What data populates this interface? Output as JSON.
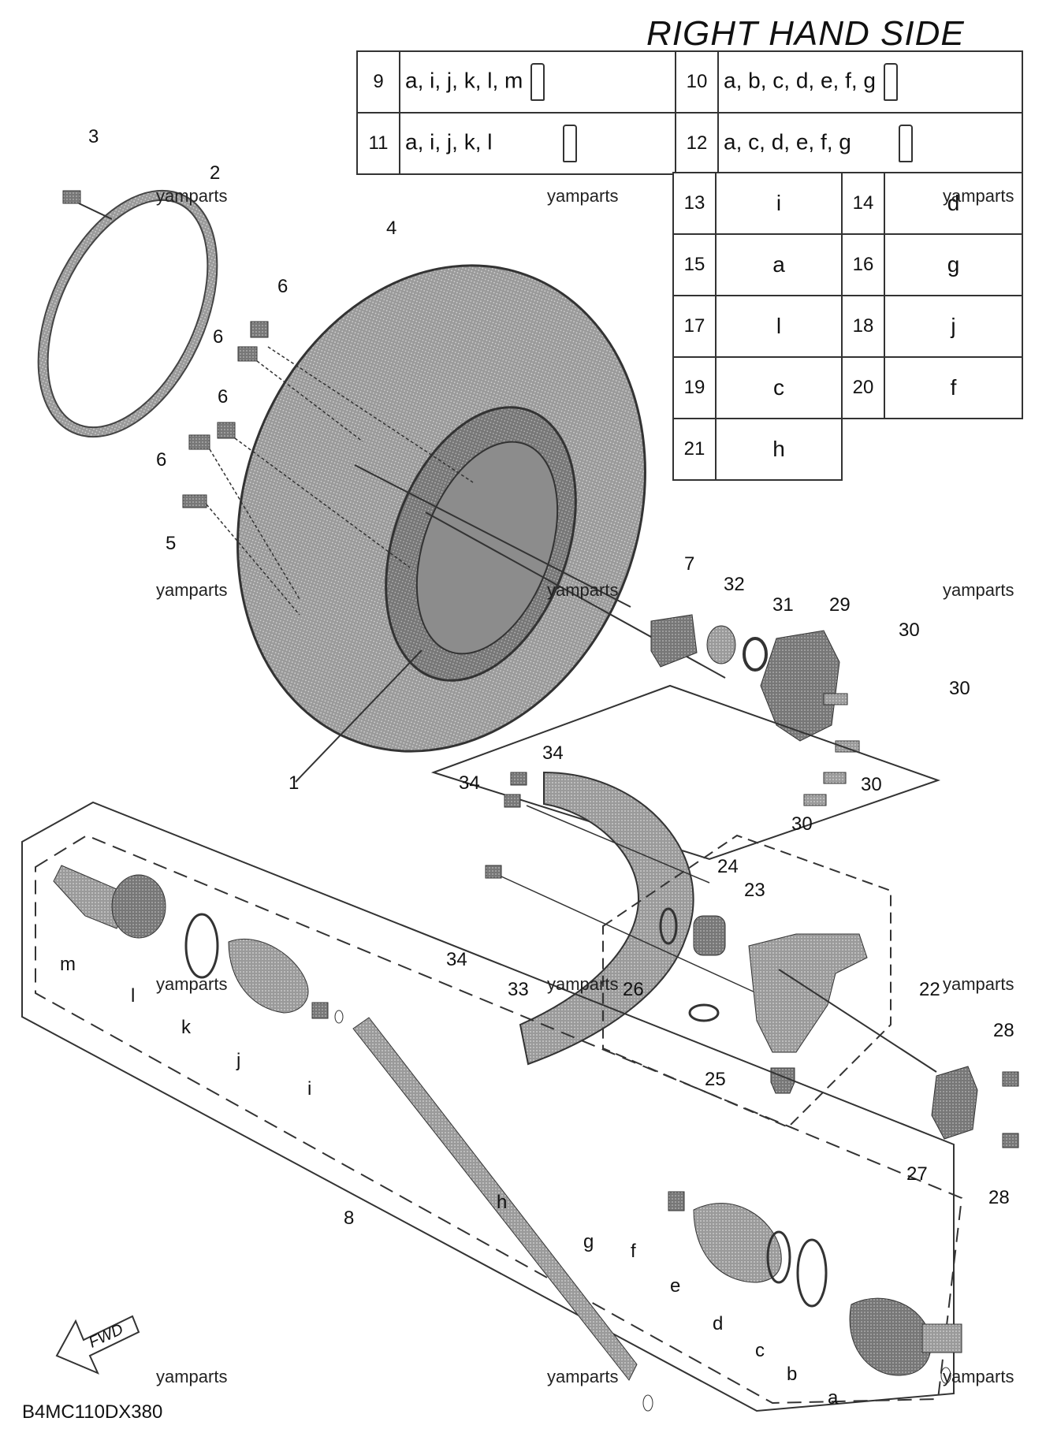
{
  "header": {
    "title": "RIGHT HAND SIDE"
  },
  "legend": {
    "top_rows": [
      {
        "a_num": "9",
        "a_letters": "a, i, j, k, l, m",
        "b_num": "10",
        "b_letters": "a, b, c, d, e, f, g"
      },
      {
        "a_num": "11",
        "a_letters": "a, i, j, k, l",
        "b_num": "12",
        "b_letters": "a, c, d, e, f, g"
      }
    ],
    "side_rows": [
      {
        "n1": "13",
        "v1": "i",
        "n2": "14",
        "v2": "d"
      },
      {
        "n1": "15",
        "v1": "a",
        "n2": "16",
        "v2": "g"
      },
      {
        "n1": "17",
        "v1": "l",
        "n2": "18",
        "v2": "j"
      },
      {
        "n1": "19",
        "v1": "c",
        "n2": "20",
        "v2": "f"
      },
      {
        "n1": "21",
        "v1": "h",
        "n2": "",
        "v2": ""
      }
    ]
  },
  "callouts": {
    "c1": "1",
    "c2": "2",
    "c3": "3",
    "c4": "4",
    "c5": "5",
    "c6a": "6",
    "c6b": "6",
    "c6c": "6",
    "c6d": "6",
    "c7": "7",
    "c8": "8",
    "c22": "22",
    "c23": "23",
    "c24": "24",
    "c25": "25",
    "c26": "26",
    "c27": "27",
    "c28a": "28",
    "c28b": "28",
    "c29": "29",
    "c30a": "30",
    "c30b": "30",
    "c30c": "30",
    "c30d": "30",
    "c31": "31",
    "c32": "32",
    "c33": "33",
    "c34a": "34",
    "c34b": "34",
    "c34c": "34",
    "la": "a",
    "lb": "b",
    "lc": "c",
    "ld": "d",
    "le": "e",
    "lf": "f",
    "lg": "g",
    "lh": "h",
    "li": "i",
    "lj": "j",
    "lk": "k",
    "ll": "l",
    "lm": "m"
  },
  "watermark": "yamparts",
  "footer": {
    "code": "B4MC110DX380",
    "fwd_label": "FWD"
  }
}
